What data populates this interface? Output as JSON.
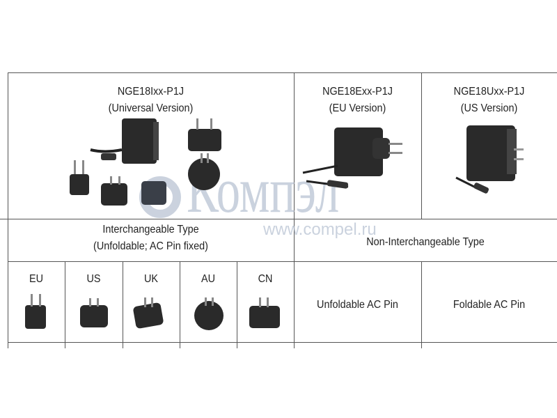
{
  "header_row": [
    {
      "model": "NGE18Ixx-P1J",
      "version": "(Universal Version)"
    },
    {
      "model": "NGE18Exx-P1J",
      "version": "(EU Version)"
    },
    {
      "model": "NGE18Uxx-P1J",
      "version": "(US Version)"
    }
  ],
  "type_row": {
    "interchangeable": "Interchangeable Type",
    "interchangeable_note": "(Unfoldable; AC Pin fixed)",
    "non_interchangeable": "Non-Interchangeable Type"
  },
  "plug_row": {
    "plugs": [
      "EU",
      "US",
      "UK",
      "AU",
      "CN"
    ],
    "unfoldable": "Unfoldable AC Pin",
    "foldable": "Foldable AC Pin"
  },
  "watermark": {
    "logo": "Компэл",
    "url": "www.compel.ru"
  }
}
